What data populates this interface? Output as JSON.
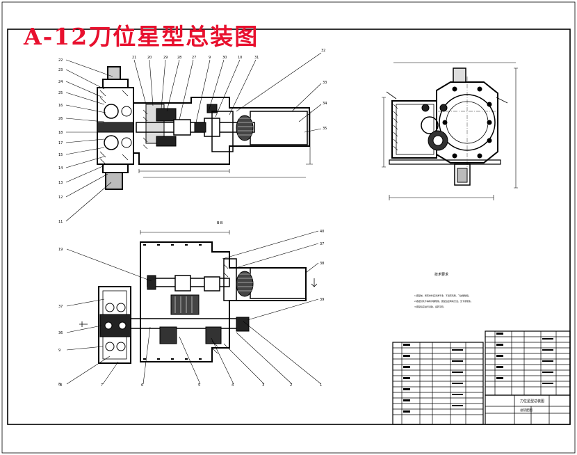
{
  "drawing": {
    "title": "A-12刀位星型总装图",
    "section_label": "B-B",
    "notes_heading": "技术要求",
    "notes": [
      "1.装配前，所有零件应清洗干净，不得有毛刺、飞边等缺陷。",
      "2.各密封处不得有渗漏现象，装配后应转动灵活，无卡滞现象。",
      "3.装配后应进行试验，运转平稳。"
    ],
    "callouts_bottom": [
      "8",
      "7",
      "6",
      "5",
      "4",
      "3",
      "2",
      "1"
    ],
    "title_block": {
      "name": "刀位星型总装图",
      "sub": "总装配图"
    }
  }
}
